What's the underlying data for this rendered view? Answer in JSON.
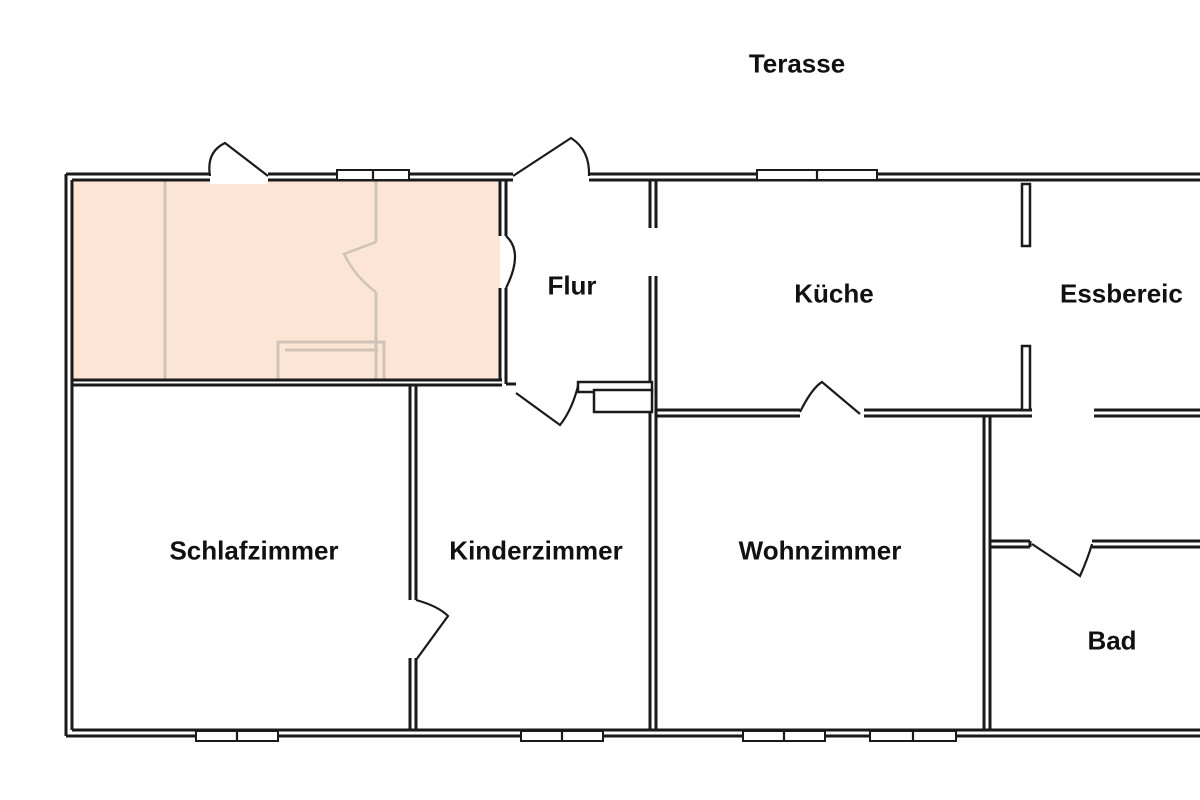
{
  "floorplan": {
    "highlight_color": "#fde5d6",
    "labels": {
      "terrace": "Terasse",
      "hall": "Flur",
      "kitchen": "Küche",
      "dining": "Essbereic",
      "bedroom": "Schlafzimmer",
      "kids_room": "Kinderzimmer",
      "living_room": "Wohnzimmer",
      "bath": "Bad"
    }
  }
}
